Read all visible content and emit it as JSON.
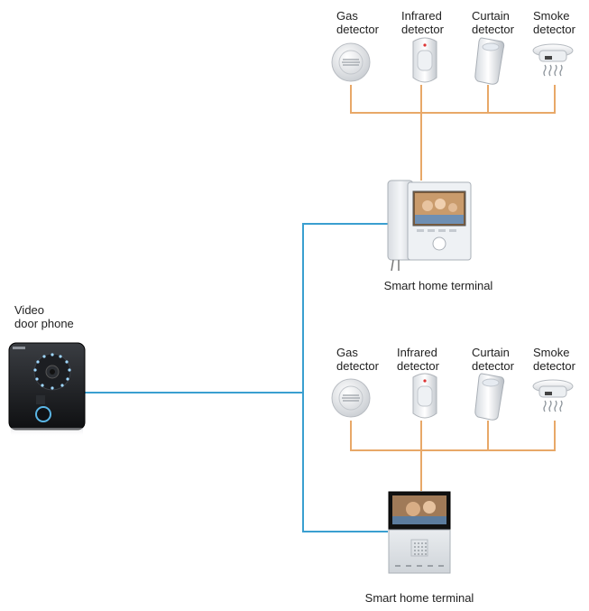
{
  "devices": {
    "video_door_phone": {
      "label_line1": "Video",
      "label_line2": "door phone"
    },
    "terminal_top": {
      "caption": "Smart home terminal"
    },
    "terminal_bottom": {
      "caption": "Smart home terminal"
    }
  },
  "detectors_top": [
    {
      "line1": "Gas",
      "line2": "detector"
    },
    {
      "line1": "Infrared",
      "line2": "detector"
    },
    {
      "line1": "Curtain",
      "line2": "detector"
    },
    {
      "line1": "Smoke",
      "line2": "detector"
    }
  ],
  "detectors_bottom": [
    {
      "line1": "Gas",
      "line2": "detector"
    },
    {
      "line1": "Infrared",
      "line2": "detector"
    },
    {
      "line1": "Curtain",
      "line2": "detector"
    },
    {
      "line1": "Smoke",
      "line2": "detector"
    }
  ],
  "colors": {
    "detector_wire": "#e8a868",
    "network_wire": "#3a9fd0"
  }
}
